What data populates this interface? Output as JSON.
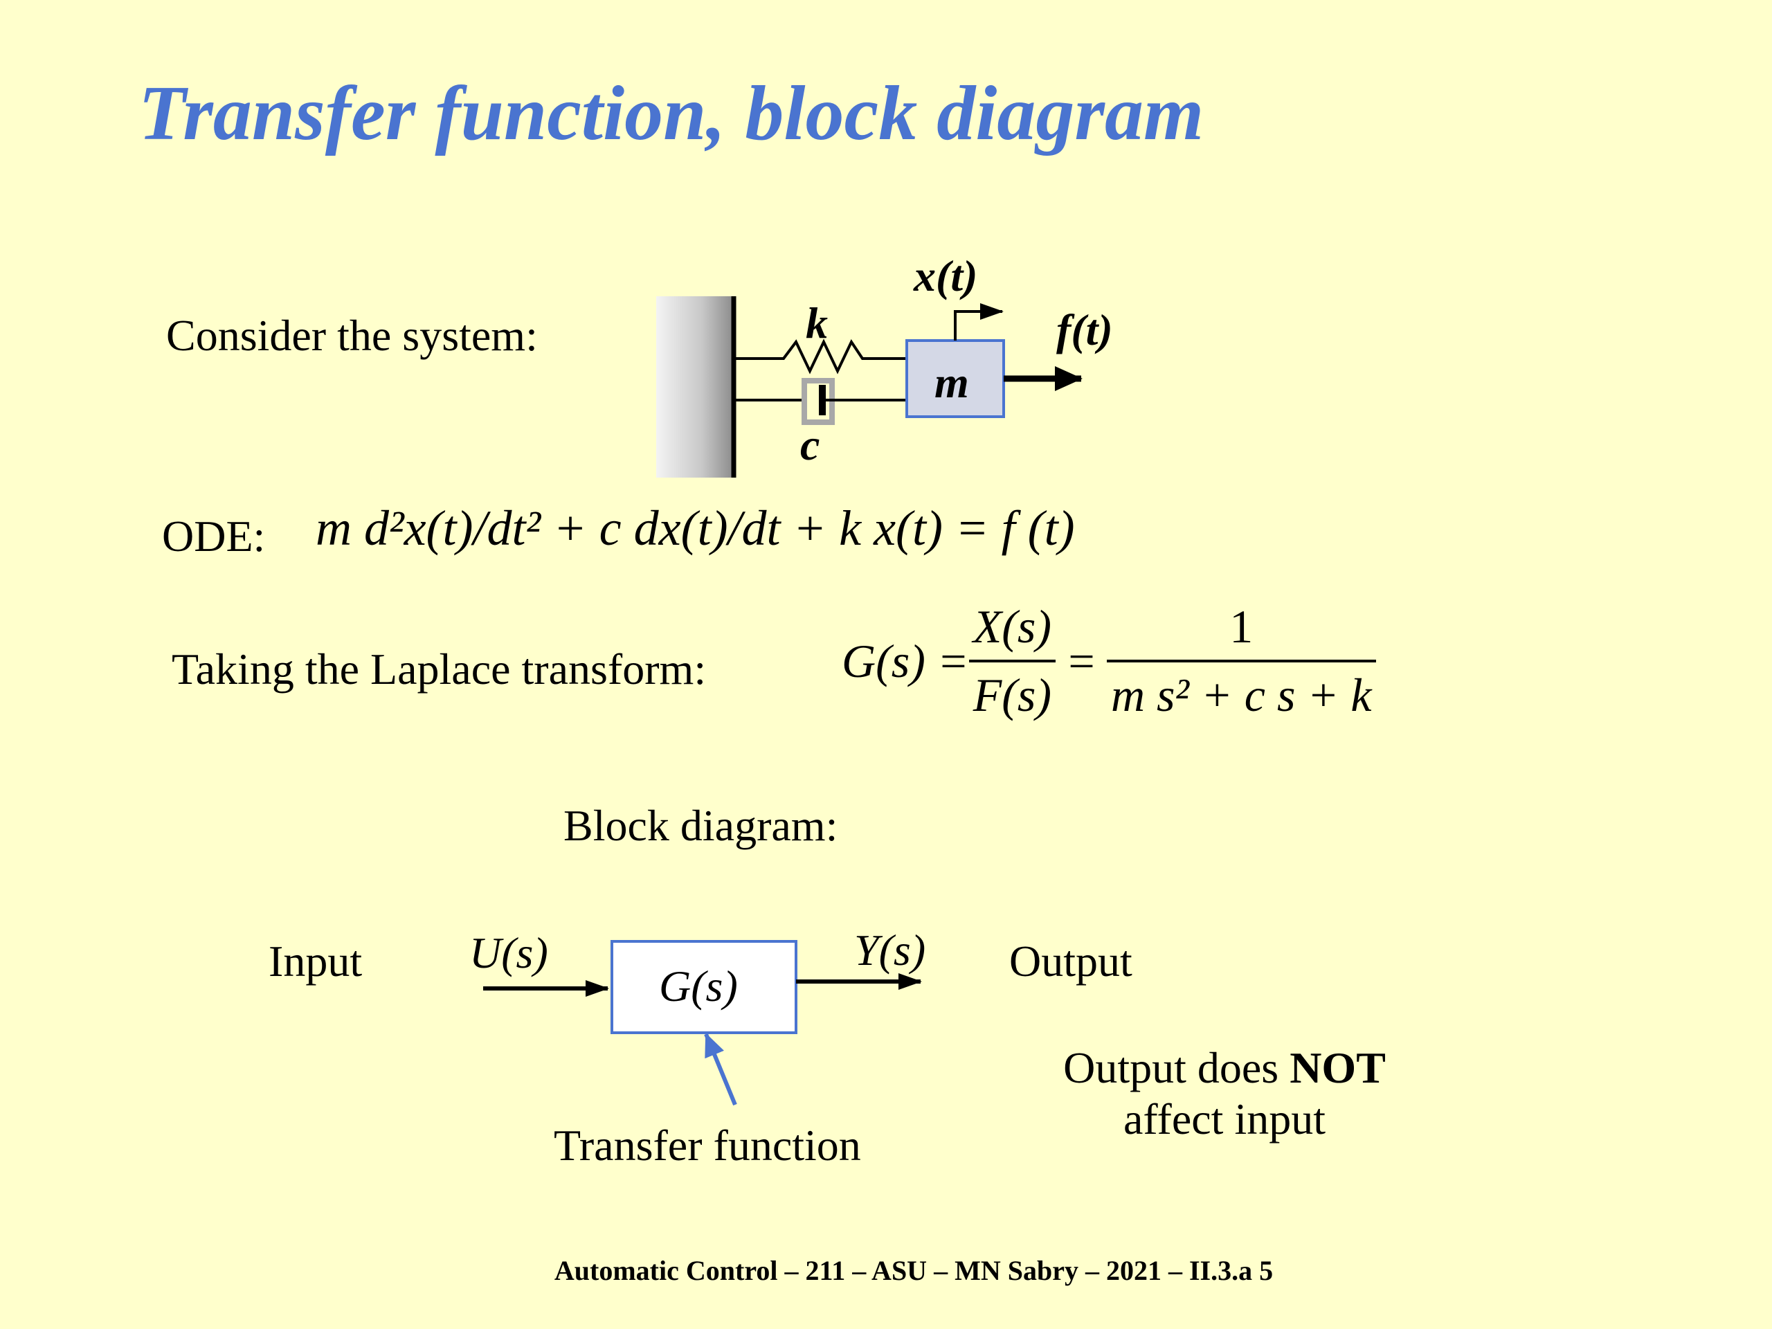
{
  "slide": {
    "title": "Transfer function, block diagram",
    "footer": "Automatic Control – 211 – ASU – MN Sabry – 2021 – II.3.a 5"
  },
  "system": {
    "intro_label": "Consider the system:",
    "position_label": "x(t)",
    "force_label": "f(t)",
    "mass_label": "m",
    "spring_label": "k",
    "damper_label": "c"
  },
  "ode": {
    "label": "ODE:",
    "equation": "m d²x(t)/dt² + c dx(t)/dt + k x(t) = f (t)"
  },
  "laplace": {
    "label": "Taking the Laplace transform:",
    "lhs": "G(s) =",
    "frac1_num": "X(s)",
    "frac1_den": "F(s)",
    "eq": "=",
    "frac2_num": "1",
    "frac2_den": "m s² + c s + k"
  },
  "block_diagram": {
    "heading": "Block diagram:",
    "input_label": "Input",
    "input_signal": "U(s)",
    "block_label": "G(s)",
    "output_signal": "Y(s)",
    "output_label": "Output",
    "pointer_label": "Transfer function",
    "note_prefix": "Output does ",
    "note_bold": "NOT",
    "note_suffix": "affect input"
  },
  "colors": {
    "background": "#FFFFCC",
    "title": "#4A74D0",
    "block_border": "#4A74D0",
    "mass_fill": "#D4D8E6",
    "pointer_arrow": "#4A74D0"
  }
}
